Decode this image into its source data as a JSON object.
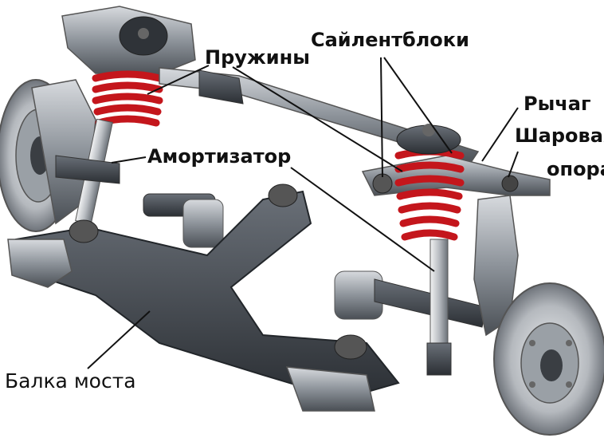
{
  "diagram": {
    "labels": {
      "springs": "Пружины",
      "bushings": "Сайлентблоки",
      "arm": "Рычаг",
      "ball_joint_line1": "Шаровая",
      "ball_joint_line2": "опора",
      "shock_absorber": "Амортизатор",
      "axle_beam": "Балка моста"
    },
    "colors": {
      "spring": "#c4161c",
      "metal_dark": "#3e4248",
      "metal_mid": "#7d838a",
      "metal_light": "#c9ccd0",
      "leader_line": "#111111",
      "label_text": "#111111"
    }
  }
}
